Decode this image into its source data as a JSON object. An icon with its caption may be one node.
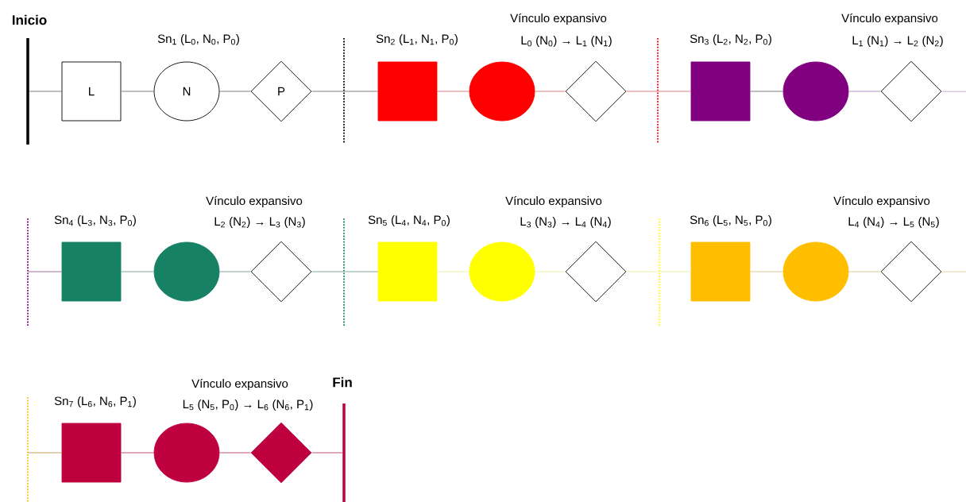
{
  "diagram": {
    "nodes": [
      {
        "text": [
          "Inicio"
        ]
      },
      {
        "text": [
          "L"
        ]
      },
      {
        "text": [
          "N"
        ]
      },
      {
        "text": [
          "P"
        ]
      },
      {
        "text": [],
        "shape": "box"
      },
      {
        "text": [],
        "shape": "circle"
      },
      {
        "text": [],
        "shape": "diamond"
      },
      {
        "text": [],
        "shape": "box"
      },
      {
        "text": [],
        "shape": "circle"
      },
      {
        "text": [],
        "shape": "diamond"
      },
      {
        "text": [],
        "shape": "box"
      },
      {
        "text": [],
        "shape": "circle"
      },
      {
        "text": [],
        "shape": "diamond"
      },
      {
        "text": [],
        "shape": "box"
      },
      {
        "text": [],
        "shape": "circle"
      },
      {
        "text": [],
        "shape": "diamond"
      },
      {
        "text": [],
        "shape": "box"
      },
      {
        "text": [],
        "shape": "circle"
      },
      {
        "text": [],
        "shape": "diamond"
      },
      {
        "text": [],
        "shape": "box"
      },
      {
        "text": [],
        "shape": "circle"
      },
      {
        "text": [],
        "shape": "diamond"
      },
      {
        "text": [
          "Fin"
        ]
      }
    ],
    "edges": [
      {
        "from": 0,
        "to": 1,
        "arrow": "none",
        "color": "#808080"
      },
      {
        "from": 1,
        "to": 2,
        "arrow": "none",
        "color": "#808080"
      },
      {
        "from": 2,
        "to": 3,
        "arrow": "none",
        "color": "#808080"
      },
      {
        "from": 3,
        "to": 4,
        "arrow": "none",
        "color": "#808080"
      },
      {
        "from": 4,
        "to": 5,
        "arrow": "none",
        "color": "#e08080"
      },
      {
        "from": 5,
        "to": 6,
        "arrow": "none",
        "color": "#e08080"
      },
      {
        "from": 6,
        "to": 7,
        "arrow": "none",
        "color": "#e08080"
      },
      {
        "from": 7,
        "to": 8,
        "arrow": "none",
        "color": "#808080"
      },
      {
        "from": 8,
        "to": 9,
        "arrow": "none",
        "color": "#b090c0"
      },
      {
        "from": 9,
        "to": null,
        "arrow": "none",
        "color": "#b090c0"
      },
      {
        "from": null,
        "to": 10,
        "arrow": "none",
        "color": "#a070a0"
      },
      {
        "from": 10,
        "to": 11,
        "arrow": "none",
        "color": "#80a898"
      },
      {
        "from": 11,
        "to": 12,
        "arrow": "none",
        "color": "#80a898"
      },
      {
        "from": 12,
        "to": 13,
        "arrow": "none",
        "color": "#80a898"
      },
      {
        "from": 13,
        "to": 14,
        "arrow": "none",
        "color": "#f0f0a8"
      },
      {
        "from": 14,
        "to": 15,
        "arrow": "none",
        "color": "#f0f0a8"
      },
      {
        "from": 15,
        "to": 16,
        "arrow": "none",
        "color": "#f0f0a8"
      },
      {
        "from": 16,
        "to": 17,
        "arrow": "none",
        "color": "#e0c898"
      },
      {
        "from": 17,
        "to": 18,
        "arrow": "none",
        "color": "#e0c898"
      },
      {
        "from": 18,
        "to": null,
        "arrow": "none",
        "color": "#e0c898"
      },
      {
        "from": null,
        "to": 19,
        "arrow": "none",
        "color": "#c8a060"
      },
      {
        "from": 19,
        "to": 20,
        "arrow": "none",
        "color": "#c05080"
      },
      {
        "from": 20,
        "to": 21,
        "arrow": "none",
        "color": "#c05080"
      },
      {
        "from": 21,
        "to": 22,
        "arrow": "none",
        "color": "#c05080"
      }
    ],
    "labels": [
      "Sn$_{1}$ (L$_{0}$, N$_{0}$, P$_{0}$)",
      "Sn$_{2}$ (L$_{1}$, N$_{1}$, P$_{0}$)",
      "Vínculo expansivo",
      "L$_{0}$ (N$_{0}$) → L$_{1}$ (N$_{1}$)",
      "Sn$_{3}$ (L$_{2}$, N$_{2}$, P$_{0}$)",
      "Vínculo expansivo",
      "L$_{1}$ (N$_{1}$) → L$_{2}$ (N$_{2}$)",
      "Sn$_{4}$ (L$_{3}$, N$_{3}$, P$_{0}$)",
      "Vínculo expansivo",
      "L$_{2}$ (N$_{2}$) → L$_{3}$ (N$_{3}$)",
      "Sn$_{5}$ (L$_{4}$, N$_{4}$, P$_{0}$)",
      "Vínculo expansivo",
      "L$_{3}$ (N$_{3}$) → L$_{4}$ (N$_{4}$)",
      "Sn$_{6}$ (L$_{5}$, N$_{5}$, P$_{0}$)",
      "Vínculo expansivo",
      "L$_{4}$ (N$_{4}$) → L$_{5}$ (N$_{5}$)",
      "Sn$_{7}$ (L$_{6}$, N$_{6}$, P$_{1}$)",
      "Vínculo expansivo",
      "L$_{5}$ (N$_{5}$, P$_{0}$) → L$_{6}$ (N$_{6}$, P$_{1}$)"
    ]
  }
}
